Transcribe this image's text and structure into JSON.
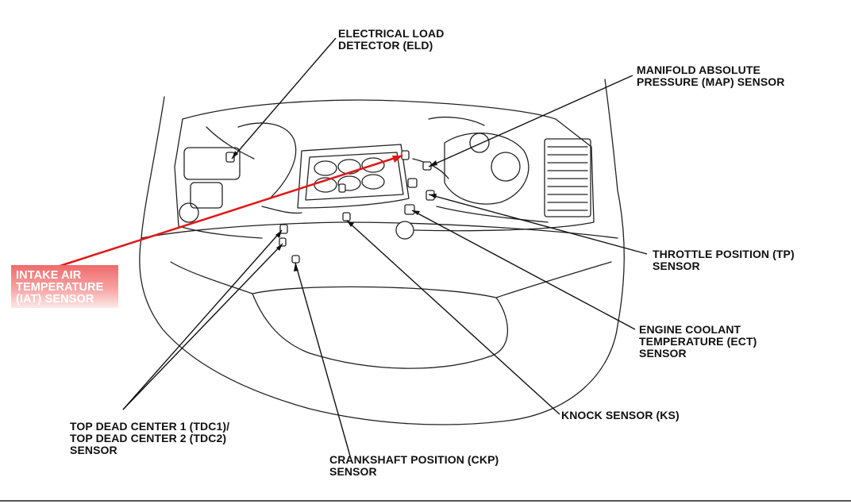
{
  "labels": {
    "eld": [
      "ELECTRICAL LOAD",
      "DETECTOR (ELD)"
    ],
    "map": [
      "MANIFOLD ABSOLUTE",
      "PRESSURE (MAP) SENSOR"
    ],
    "iat": [
      "INTAKE AIR",
      "TEMPERATURE",
      "(IAT) SENSOR"
    ],
    "tp": [
      "THROTTLE POSITION (TP)",
      "SENSOR"
    ],
    "ect": [
      "ENGINE COOLANT",
      "TEMPERATURE (ECT)",
      "SENSOR"
    ],
    "ks": [
      "KNOCK SENSOR (KS)"
    ],
    "tdc": [
      "TOP DEAD CENTER 1 (TDC1)/",
      "TOP DEAD CENTER 2 (TDC2)",
      "SENSOR"
    ],
    "ckp": [
      "CRANKSHAFT POSITION (CKP)",
      "SENSOR"
    ]
  },
  "colors": {
    "ink": "#111111",
    "highlight_line": "#e01818",
    "highlight_box": "#f06a6a"
  }
}
